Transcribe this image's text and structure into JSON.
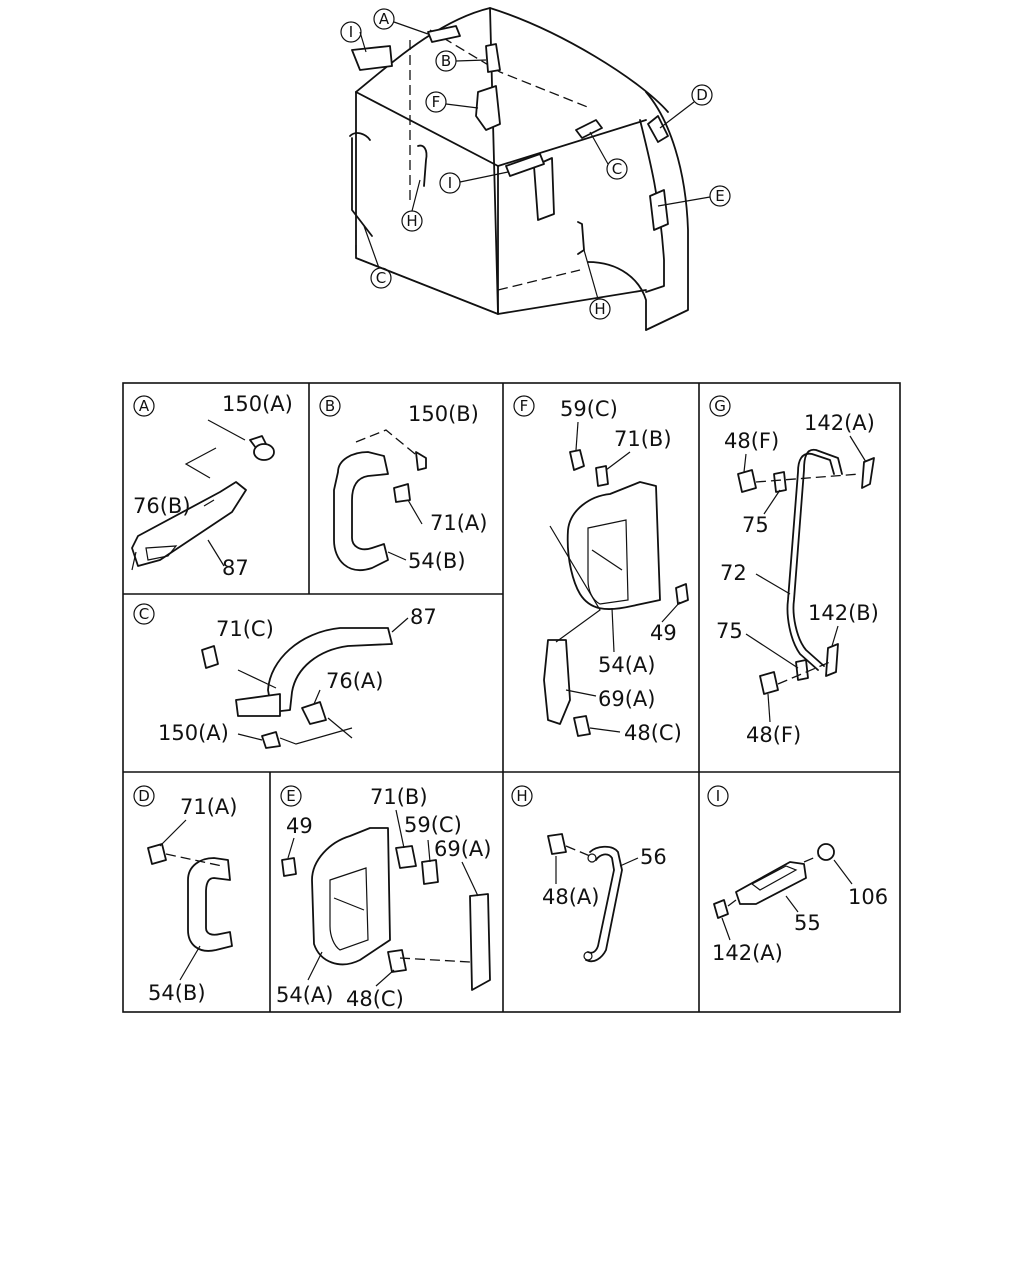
{
  "overview": {
    "callouts": [
      "I",
      "A",
      "B",
      "F",
      "D",
      "C",
      "I",
      "E",
      "H",
      "C",
      "H"
    ]
  },
  "panels": [
    {
      "key": "A",
      "labels": [
        "150(A)",
        "76(B)",
        "87"
      ]
    },
    {
      "key": "B",
      "labels": [
        "150(B)",
        "71(A)",
        "54(B)"
      ]
    },
    {
      "key": "C",
      "labels": [
        "87",
        "71(C)",
        "76(A)",
        "150(A)"
      ]
    },
    {
      "key": "F",
      "labels": [
        "59(C)",
        "71(B)",
        "49",
        "54(A)",
        "69(A)",
        "48(C)"
      ]
    },
    {
      "key": "G",
      "labels": [
        "48(F)",
        "142(A)",
        "75",
        "72",
        "142(B)",
        "75",
        "48(F)"
      ]
    },
    {
      "key": "D",
      "labels": [
        "71(A)",
        "54(B)"
      ]
    },
    {
      "key": "E",
      "labels": [
        "71(B)",
        "49",
        "59(C)",
        "69(A)",
        "54(A)",
        "48(C)"
      ]
    },
    {
      "key": "H",
      "labels": [
        "56",
        "48(A)"
      ]
    },
    {
      "key": "I",
      "labels": [
        "106",
        "55",
        "142(A)"
      ]
    }
  ]
}
